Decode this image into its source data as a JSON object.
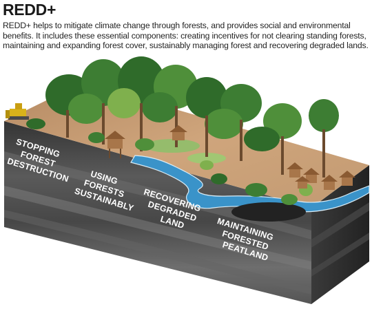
{
  "header": {
    "title": "REDD+",
    "description_lines": [
      "REDD+ helps to mitigate climate change through forests, and provides social and environmental",
      "benefits. It includes these essential components: creating incentives for not clearing standing forests,",
      "maintaining and expanding forest cover, sustainably managing forest and recovering degraded lands."
    ]
  },
  "block_labels": [
    {
      "id": "stopping",
      "lines": [
        "STOPPING",
        "FOREST",
        "DESTRUCTION"
      ]
    },
    {
      "id": "using",
      "lines": [
        "USING",
        "FORESTS",
        "SUSTAINABLY"
      ]
    },
    {
      "id": "recovering",
      "lines": [
        "RECOVERING",
        "DEGRADED",
        "LAND"
      ]
    },
    {
      "id": "maintaining",
      "lines": [
        "MAINTAINING",
        "FORESTED",
        "PEATLAND"
      ]
    }
  ],
  "colors": {
    "soil_front_dark": "#3d3d3d",
    "soil_front_light": "#7a7a7a",
    "soil_side": "#2e2e2e",
    "ground": "#c9a27a",
    "grass": "#8fbf6a",
    "river": "#3a93c9",
    "tree_dark": "#2f6b2a",
    "tree_mid": "#4f8f3a",
    "tree_light": "#7fb04d",
    "hut": "#a8764a",
    "roof": "#8a5a32",
    "peat": "#222222",
    "bulldozer": "#d9b21a"
  }
}
